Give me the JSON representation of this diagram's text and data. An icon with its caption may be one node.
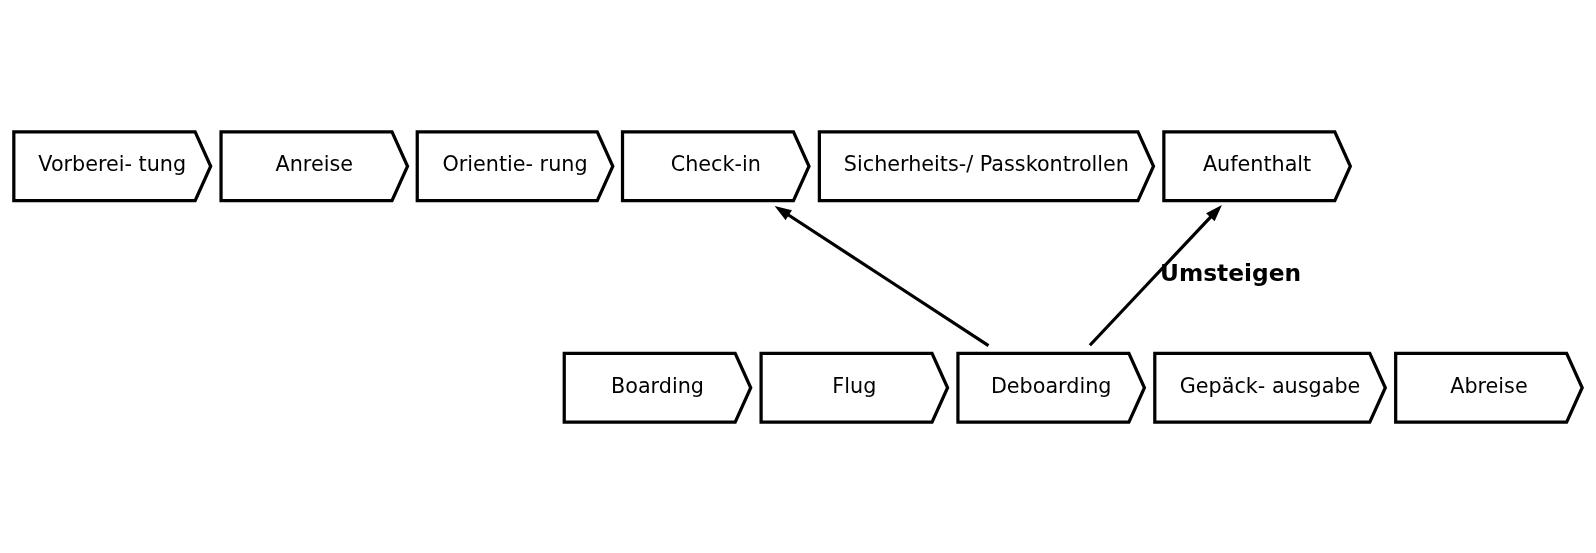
{
  "diagram": {
    "nodes": [
      {
        "text": [
          "Vorberei- tung"
        ]
      },
      {
        "text": [
          "Anreise"
        ]
      },
      {
        "text": [
          "Orientie- rung"
        ]
      },
      {
        "text": [
          "Check-in"
        ]
      },
      {
        "text": [
          "Sicherheits-/ Passkontrollen"
        ]
      },
      {
        "text": [
          "Aufenthalt"
        ]
      },
      {
        "text": [
          "Boarding"
        ]
      },
      {
        "text": [
          "Flug"
        ]
      },
      {
        "text": [
          "Deboarding"
        ]
      },
      {
        "text": [
          "Gepäck- ausgabe"
        ]
      },
      {
        "text": [
          "Abreise"
        ]
      }
    ],
    "edges": [
      {
        "from": 8,
        "to": 3,
        "arrow": "to"
      },
      {
        "from": 8,
        "to": 5,
        "arrow": "to",
        "label": "Umsteigen"
      }
    ]
  }
}
